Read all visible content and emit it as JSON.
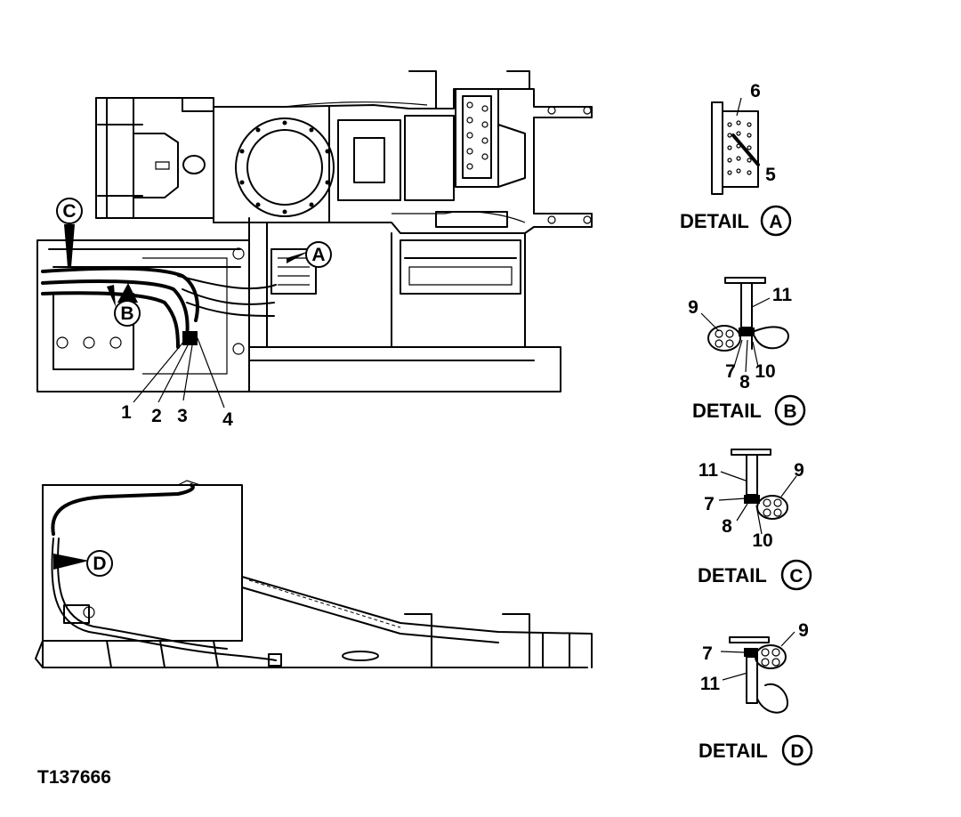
{
  "figure_id": "T137666",
  "callouts": {
    "c1": "1",
    "c2": "2",
    "c3": "3",
    "c4": "4",
    "c5": "5",
    "c6": "6",
    "c7": "7",
    "c8": "8",
    "c9": "9",
    "c10": "10",
    "c11": "11"
  },
  "view_markers": {
    "a": "A",
    "b": "B",
    "c": "C",
    "d": "D"
  },
  "details": {
    "a": {
      "label": "DETAIL",
      "letter": "A"
    },
    "b": {
      "label": "DETAIL",
      "letter": "B"
    },
    "c": {
      "label": "DETAIL",
      "letter": "C"
    },
    "d": {
      "label": "DETAIL",
      "letter": "D"
    }
  }
}
